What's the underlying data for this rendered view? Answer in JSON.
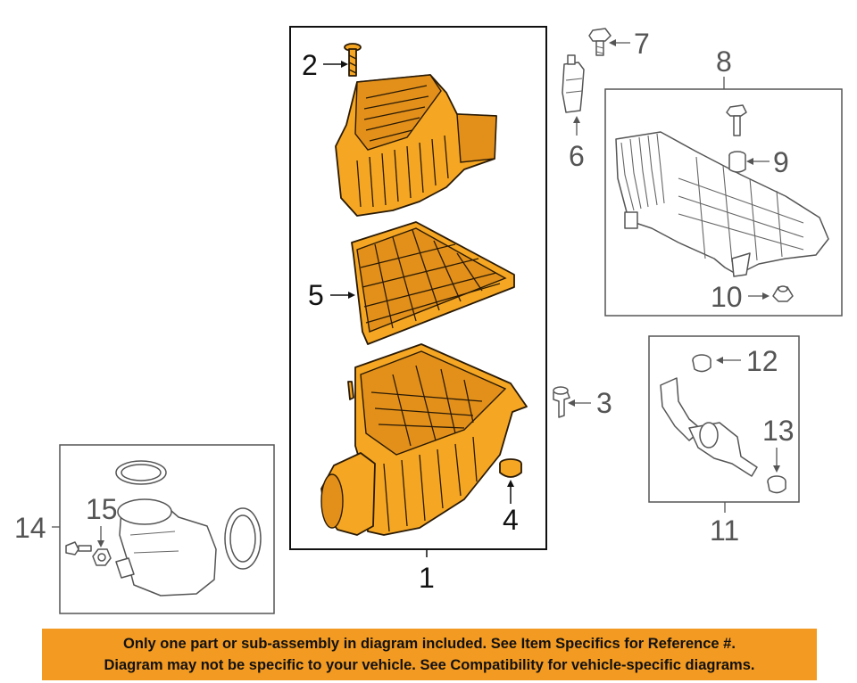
{
  "callouts": {
    "c1": "1",
    "c2": "2",
    "c3": "3",
    "c4": "4",
    "c5": "5",
    "c6": "6",
    "c7": "7",
    "c8": "8",
    "c9": "9",
    "c10": "10",
    "c11": "11",
    "c12": "12",
    "c13": "13",
    "c14": "14",
    "c15": "15"
  },
  "disclaimer": {
    "line1": "Only one part or sub-assembly in diagram included. See Item Specifics for Reference #.",
    "line2": "Diagram may not be specific to your vehicle. See Compatibility for vehicle-specific diagrams."
  },
  "colors": {
    "highlight_orange": "#f5a623",
    "banner_orange": "#f39a22",
    "outline_gray": "#555555"
  }
}
